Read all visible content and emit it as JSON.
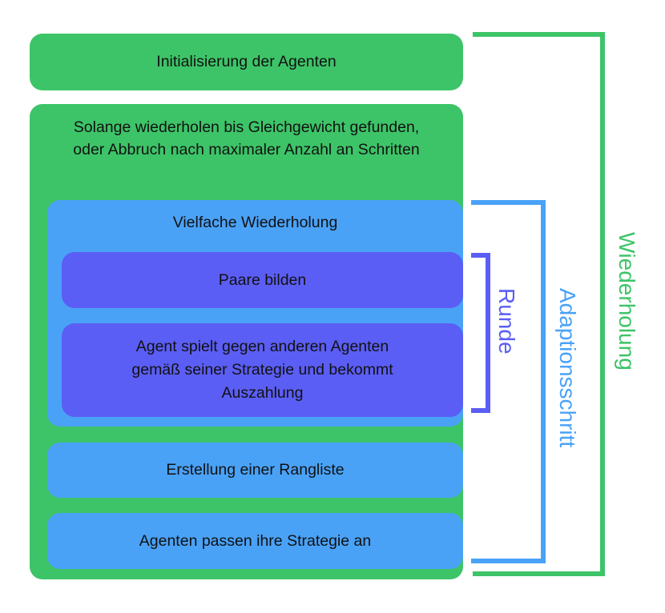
{
  "init": "Initialisierung der Agenten",
  "loop": "Solange wiederholen bis Gleichgewicht gefunden, oder Abbruch nach maximaler Anzahl an Schritten",
  "multi": "Vielfache Wiederholung",
  "pairs": "Paare bilden",
  "play": "Agent spielt gegen anderen Agenten gemäß seiner Strategie und bekommt Auszahlung",
  "ranking": "Erstellung einer Rangliste",
  "adapt": "Agenten passen ihre Strategie an",
  "brackets": {
    "round": "Runde",
    "adaptation": "Adaptionsschritt",
    "repetition": "Wiederholung"
  },
  "colors": {
    "green": "#3dc468",
    "blue": "#4aa2f7",
    "purple": "#5b5ef4"
  }
}
